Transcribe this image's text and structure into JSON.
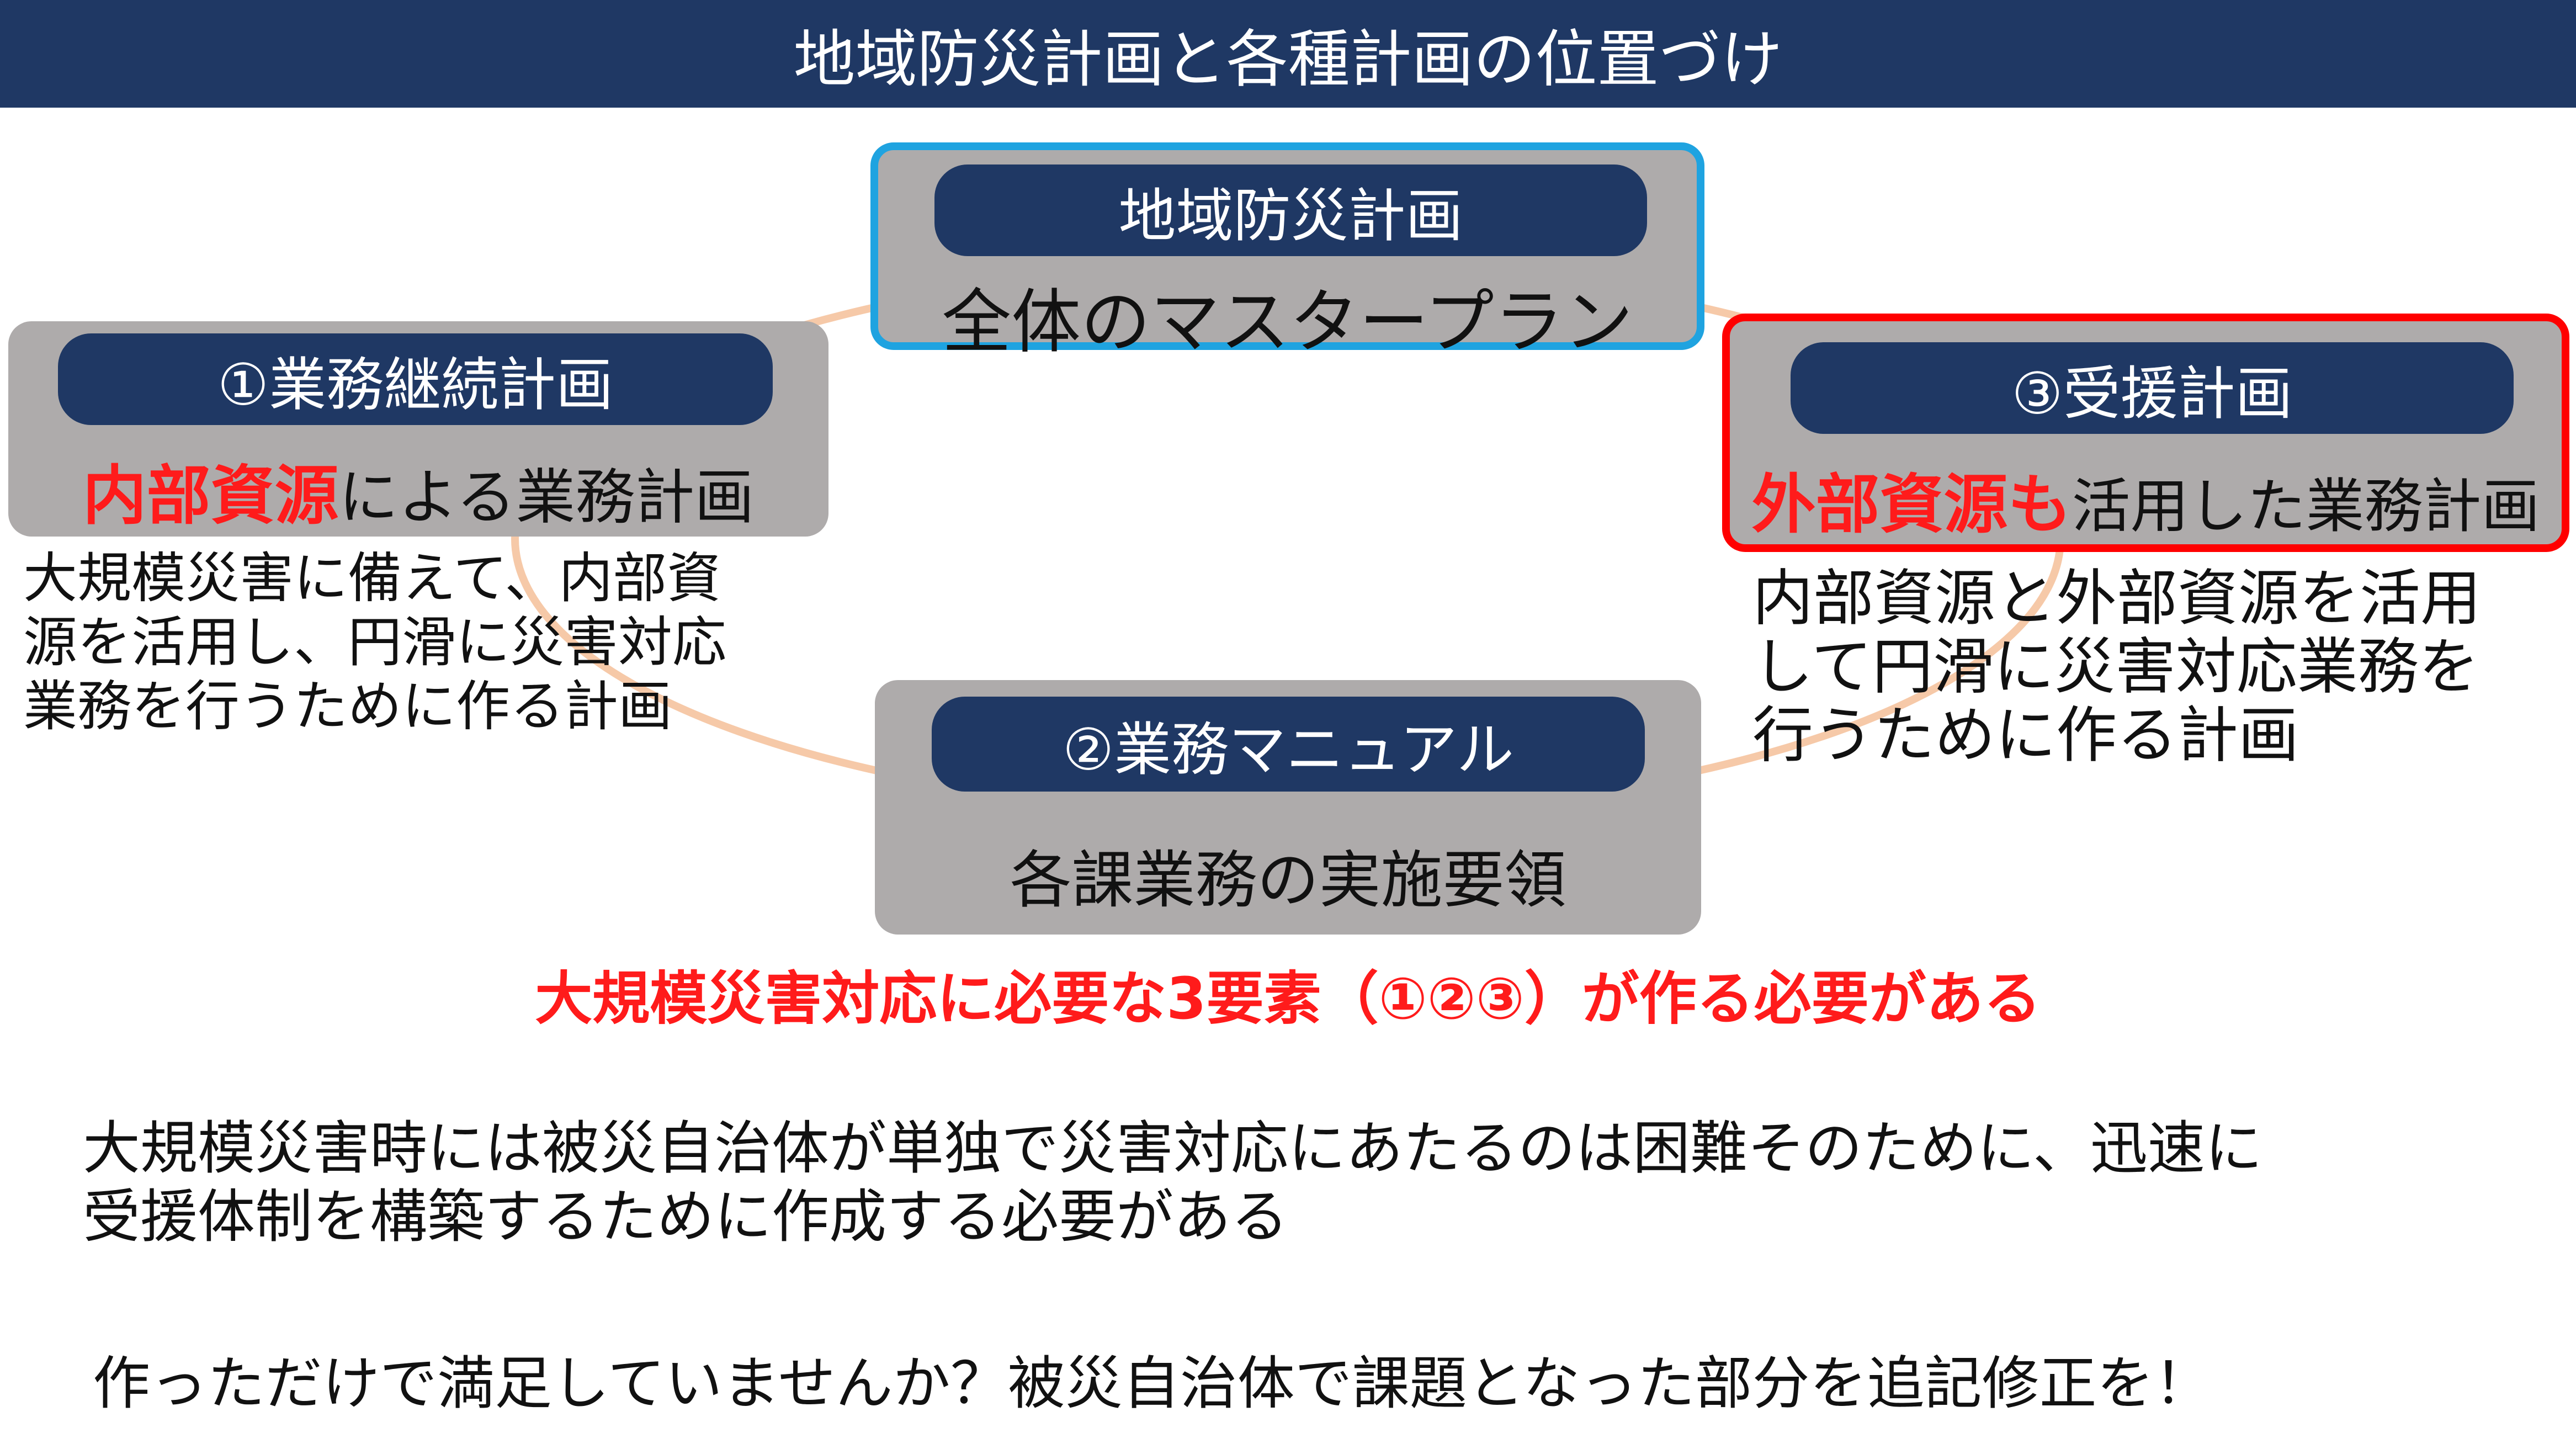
{
  "header": {
    "title": "地域防災計画と各種計画の位置づけ"
  },
  "master": {
    "label": "地域防災計画",
    "subtitle": "全体のマスタープラン"
  },
  "bcp": {
    "label": "①業務継続計画",
    "subtitle_red": "内部資源",
    "subtitle_rest": "による業務計画",
    "description": [
      "大規模災害に備えて、内部資",
      "源を活用し、円滑に災害対応",
      "業務を行うために作る計画"
    ]
  },
  "manual": {
    "label": "②業務マニュアル",
    "subtitle": "各課業務の実施要領"
  },
  "aid": {
    "label": "③受援計画",
    "subtitle_red": "外部資源も",
    "subtitle_rest": "活用した業務計画",
    "description": [
      "内部資源と外部資源を活用",
      "して円滑に災害対応業務を",
      "行うために作る計画"
    ]
  },
  "emphasis": "大規模災害対応に必要な3要素（①②③）が作る必要がある",
  "paragraphs": {
    "p1": [
      "大規模災害時には被災自治体が単独で災害対応にあたるのは困難そのために、迅速に",
      "受援体制を構築するために作成する必要がある"
    ],
    "p2": "作っただけで満足していませんか？被災自治体で課題となった部分を追記修正を！"
  },
  "colors": {
    "navy": "#1f3864",
    "grey_box": "#aeabab",
    "ellipse": "#f6c9a8",
    "blue_border": "#1fa3e0",
    "red_border": "#ff0000",
    "red_text": "#ff1b1b"
  }
}
